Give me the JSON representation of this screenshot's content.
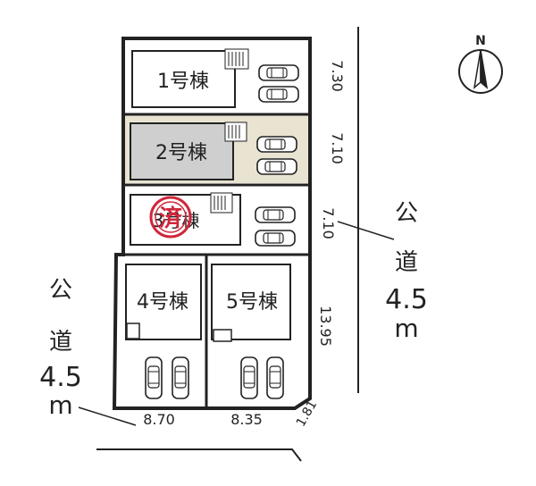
{
  "north_label": "N",
  "lots": [
    {
      "label": "1号棟"
    },
    {
      "label": "2号棟"
    },
    {
      "label": "3号棟",
      "stamp": "済"
    },
    {
      "label": "4号棟"
    },
    {
      "label": "5号棟"
    }
  ],
  "dimensions": {
    "lot1_depth": "7.30",
    "lot2_depth": "7.10",
    "lot3_depth": "7.10",
    "lot45_depth": "13.95",
    "lot4_width": "8.70",
    "lot5_width": "8.35",
    "corner": "1.81"
  },
  "roads": {
    "east": {
      "kanji_1": "公",
      "kanji_2": "道",
      "width": "4.5",
      "unit": "m"
    },
    "west": {
      "kanji_1": "公",
      "kanji_2": "道",
      "width": "4.5",
      "unit": "m"
    }
  },
  "colors": {
    "lot2_fill": "#e9e3d1",
    "house2_fill": "#cfcfcf",
    "stamp": "#d0263a"
  }
}
